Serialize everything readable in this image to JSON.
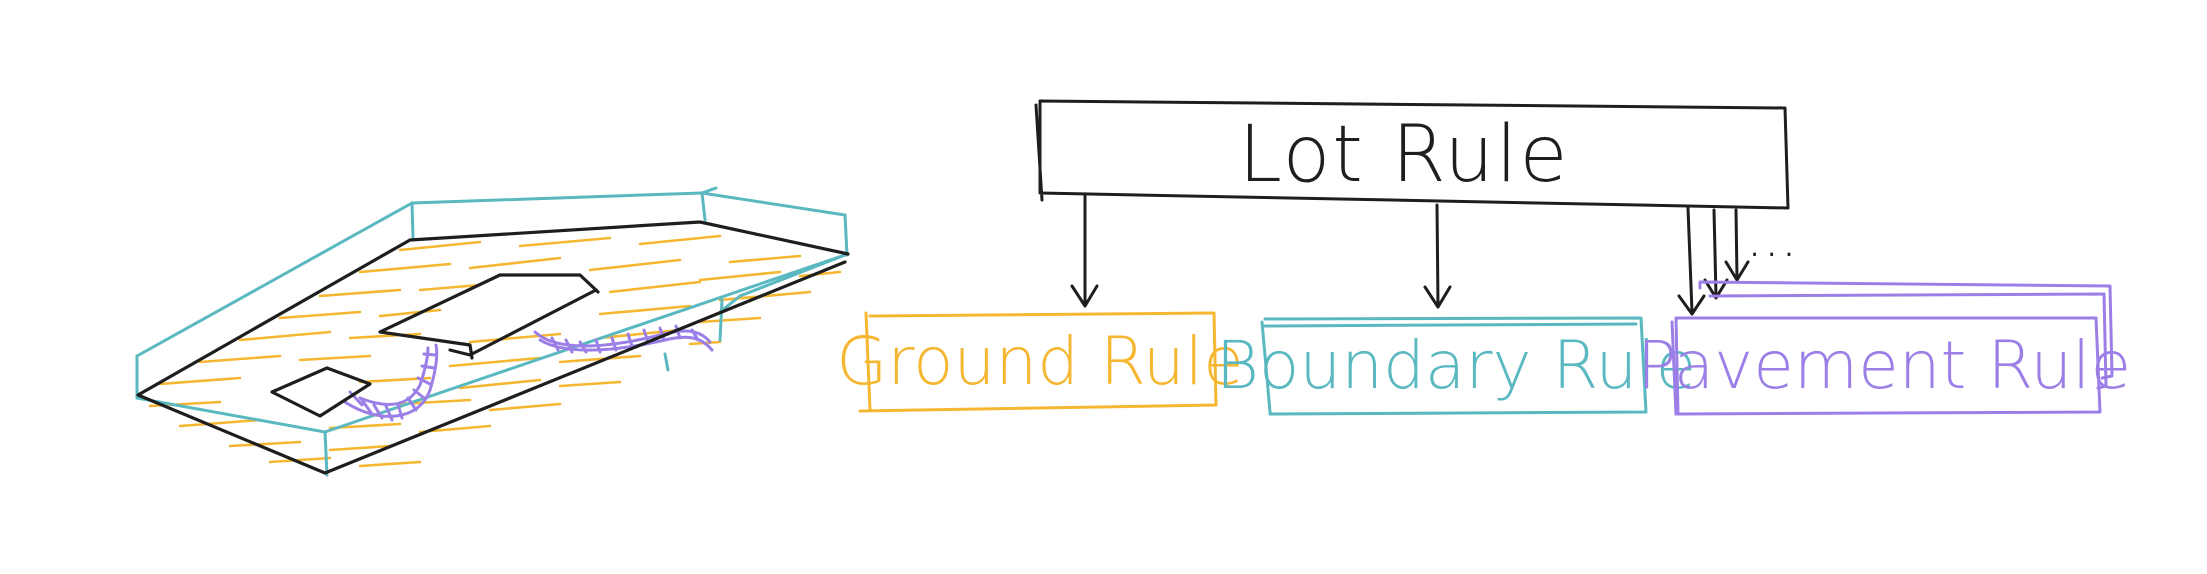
{
  "diagram": {
    "root": {
      "label": "Lot Rule"
    },
    "children": [
      {
        "label": "Ground Rule"
      },
      {
        "label": "Boundary Rule"
      },
      {
        "label": "Pavement Rule"
      }
    ],
    "more_indicator": "..."
  },
  "colors": {
    "ink": "#1e1e1e",
    "ground": "#f5b731",
    "boundary": "#5ab8c0",
    "pavement": "#9b7fe6"
  }
}
